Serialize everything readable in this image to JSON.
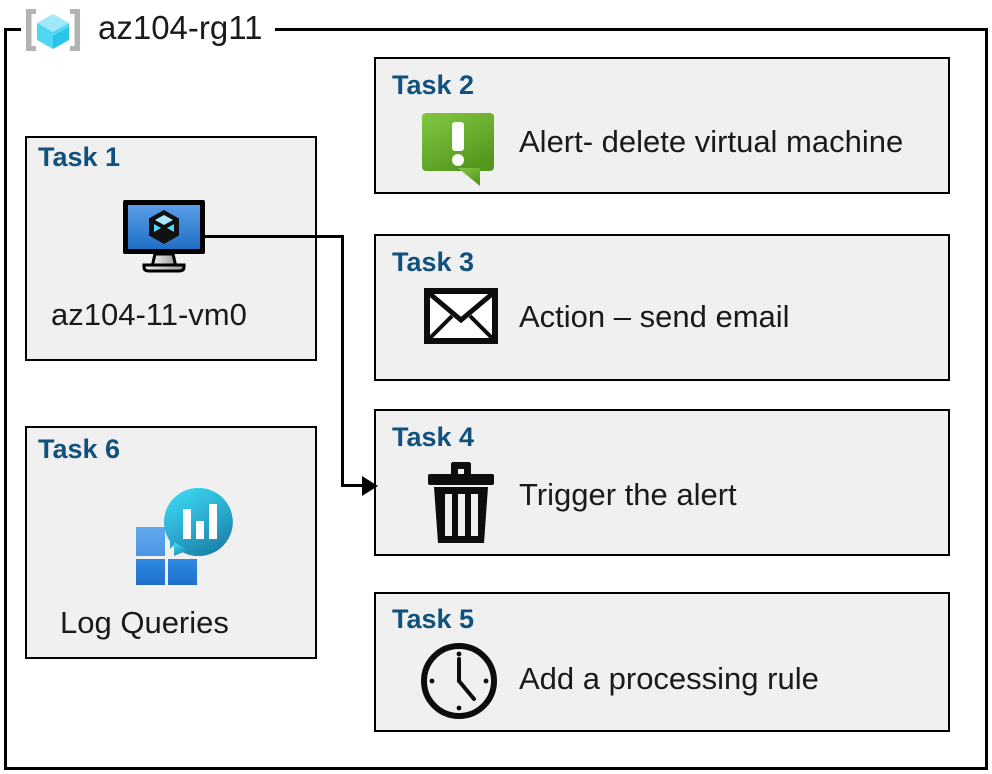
{
  "resource_group": {
    "name": "az104-rg11",
    "icon": "resource-group-icon",
    "border_color": "#000000"
  },
  "colors": {
    "card_background": "#f0f0f0",
    "card_border": "#000000",
    "task_title": "#11517d",
    "body_text": "#1a1a1a",
    "alert_green_light": "#7dc242",
    "alert_green_dark": "#5a9e28",
    "vm_screen_light": "#5b9ee8",
    "vm_screen_dark": "#1f6fc4",
    "log_blob_light": "#32d4f0",
    "log_blob_dark": "#1a7fa8",
    "log_square_light": "#4d9ae8",
    "log_square_dark": "#2378d4",
    "rg_cube_light": "#9fe9fb",
    "rg_cube_dark": "#32d4f0"
  },
  "tasks": [
    {
      "id": "task1",
      "title": "Task 1",
      "label": "az104-11-vm0",
      "icon": "virtual-machine-icon"
    },
    {
      "id": "task2",
      "title": "Task 2",
      "label": "Alert- delete virtual machine",
      "icon": "alert-exclamation-icon"
    },
    {
      "id": "task3",
      "title": "Task 3",
      "label": "Action – send email",
      "icon": "envelope-icon"
    },
    {
      "id": "task4",
      "title": "Task 4",
      "label": "Trigger the alert",
      "icon": "trash-icon"
    },
    {
      "id": "task5",
      "title": "Task 5",
      "label": "Add a processing rule",
      "icon": "clock-icon"
    },
    {
      "id": "task6",
      "title": "Task 6",
      "label": "Log Queries",
      "icon": "log-analytics-icon"
    }
  ],
  "connector": {
    "from": "task1-virtual-machine-icon",
    "to": "task4",
    "style": "elbow-arrow"
  }
}
